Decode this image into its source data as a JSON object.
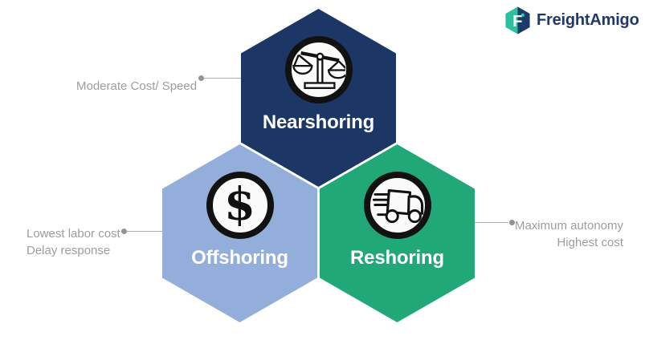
{
  "header": {
    "logo": {
      "text": "FreightAmigo"
    }
  },
  "hexagons": [
    {
      "id": "nearshoring",
      "label": "Nearshoring",
      "color": "#1c3765",
      "icon": "balance-scale-icon"
    },
    {
      "id": "offshoring",
      "label": "Offshoring",
      "color": "#94aedb",
      "icon": "dollar-sign-icon"
    },
    {
      "id": "reshoring",
      "label": "Reshoring",
      "color": "#21a878",
      "icon": "delivery-truck-icon"
    }
  ],
  "annotations": [
    {
      "target": "nearshoring",
      "side": "left",
      "lines": [
        "Moderate Cost/ Speed"
      ]
    },
    {
      "target": "offshoring",
      "side": "left",
      "lines": [
        "Lowest labor cost",
        "Delay response"
      ]
    },
    {
      "target": "reshoring",
      "side": "right",
      "lines": [
        "Maximum autonomy",
        "Highest cost"
      ]
    }
  ],
  "icon_glyphs": {
    "dollar": "$"
  },
  "colors": {
    "logo_text": "#20396b",
    "logo_teal": "#2cbfa0",
    "logo_navy": "#1d3a6b",
    "logo_dot": "#35c9a6",
    "annotation_text": "#9a9ea3",
    "connector_line": "#ababab",
    "connector_dot": "#8f9499",
    "icon_stroke": "#111111",
    "icon_circle_bg": "#fafafa",
    "background": "#ffffff"
  }
}
